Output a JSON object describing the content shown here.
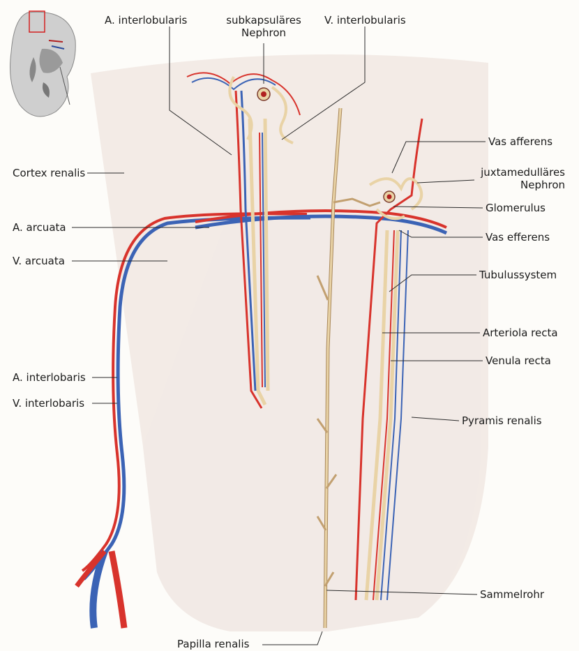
{
  "labels": {
    "a_interlobularis": "A. interlobularis",
    "subkapsulaeres_1": "subkapsuläres",
    "subkapsulaeres_2": "Nephron",
    "v_interlobularis": "V. interlobularis",
    "cortex_renalis": "Cortex renalis",
    "a_arcuata": "A. arcuata",
    "v_arcuata": "V. arcuata",
    "a_interlobaris": "A. interlobaris",
    "v_interlobaris": "V. interlobaris",
    "vas_afferens": "Vas afferens",
    "juxtamedullaeres_1": "juxtamedulläres",
    "juxtamedullaeres_2": "Nephron",
    "glomerulus": "Glomerulus",
    "vas_efferens": "Vas efferens",
    "tubulussystem": "Tubulussystem",
    "arteriola_recta": "Arteriola recta",
    "venula_recta": "Venula recta",
    "pyramis_renalis": "Pyramis renalis",
    "sammelrohr": "Sammelrohr",
    "papilla_renalis": "Papilla renalis"
  },
  "colors": {
    "artery": "#d8332c",
    "vein": "#3b63b5",
    "tubule": "#e9d3a6",
    "tubule_edge": "#a8875a",
    "pyramid": "#f4ece6",
    "kidney": "#cfcfcf"
  }
}
